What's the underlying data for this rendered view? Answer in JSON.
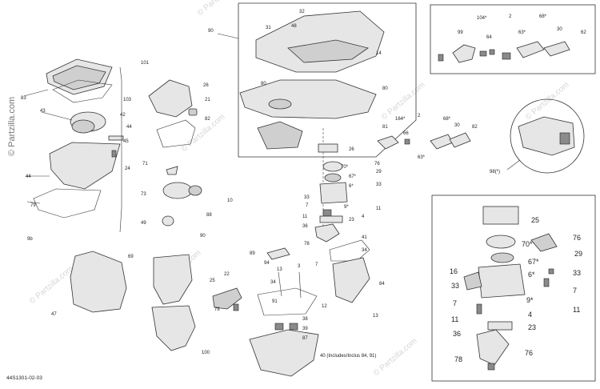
{
  "diagram": {
    "code": "44S1301-02-03",
    "watermark": "© Partzilla.com",
    "labels": {
      "l101": "101",
      "l83": "83",
      "l43": "43",
      "l103": "103",
      "l42": "42",
      "l44a": "44",
      "l45": "45",
      "l24": "24",
      "l44b": "44",
      "l79": "79",
      "l9b": "9b",
      "l26a": "26",
      "l21": "21",
      "l82a": "82",
      "l71": "71",
      "l73": "73",
      "l10": "10",
      "l88": "88",
      "l49": "49",
      "l90a": "90",
      "l90b": "90",
      "l31": "31",
      "l48": "48",
      "l32": "32",
      "l14": "14",
      "l80a": "80",
      "l80b": "80",
      "l99": "99",
      "l104": "104*",
      "l2a": "2",
      "l68a": "68*",
      "l30a": "30",
      "l62": "62",
      "l64": "64",
      "l63a": "63*",
      "l164": "164*",
      "l2b": "2",
      "l66": "66",
      "l68b": "68*",
      "l30b": "30",
      "l82b": "82",
      "l63b": "63*",
      "l81": "81",
      "l98": "98(*)",
      "l26b": "26",
      "l70a": "70*",
      "l76a": "76",
      "l67a": "67*",
      "l29a": "29",
      "l6a": "6*",
      "l33a": "33",
      "l7a": "7",
      "l33b": "33",
      "l9a": "9*",
      "l11a": "11",
      "l11b": "11",
      "l23a": "23",
      "l36a": "36",
      "l4a": "4",
      "l41": "41",
      "l78a": "78",
      "l34a": "34",
      "l84": "84",
      "l13a": "13",
      "l89": "89",
      "l94": "94",
      "l13b": "13",
      "l3": "3",
      "l7b": "7",
      "l34b": "34",
      "l12": "12",
      "l91": "91",
      "l69": "69",
      "l22": "22",
      "l25a": "25",
      "l78b": "78",
      "l100": "100",
      "l38": "38",
      "l39": "39",
      "l87": "87",
      "l40": "40 (Includes/Inclus 84, 91)",
      "l47": "47",
      "d25": "25",
      "d70": "70*",
      "d76a": "76",
      "d29": "29",
      "d16": "16",
      "d67": "67*",
      "d33a": "33",
      "d6": "6*",
      "d33b": "33",
      "d7a": "7",
      "d7b": "7",
      "d9": "9*",
      "d11a": "11",
      "d11b": "11",
      "d4": "4",
      "d23": "23",
      "d36": "36",
      "d76b": "76",
      "d78": "78"
    }
  }
}
